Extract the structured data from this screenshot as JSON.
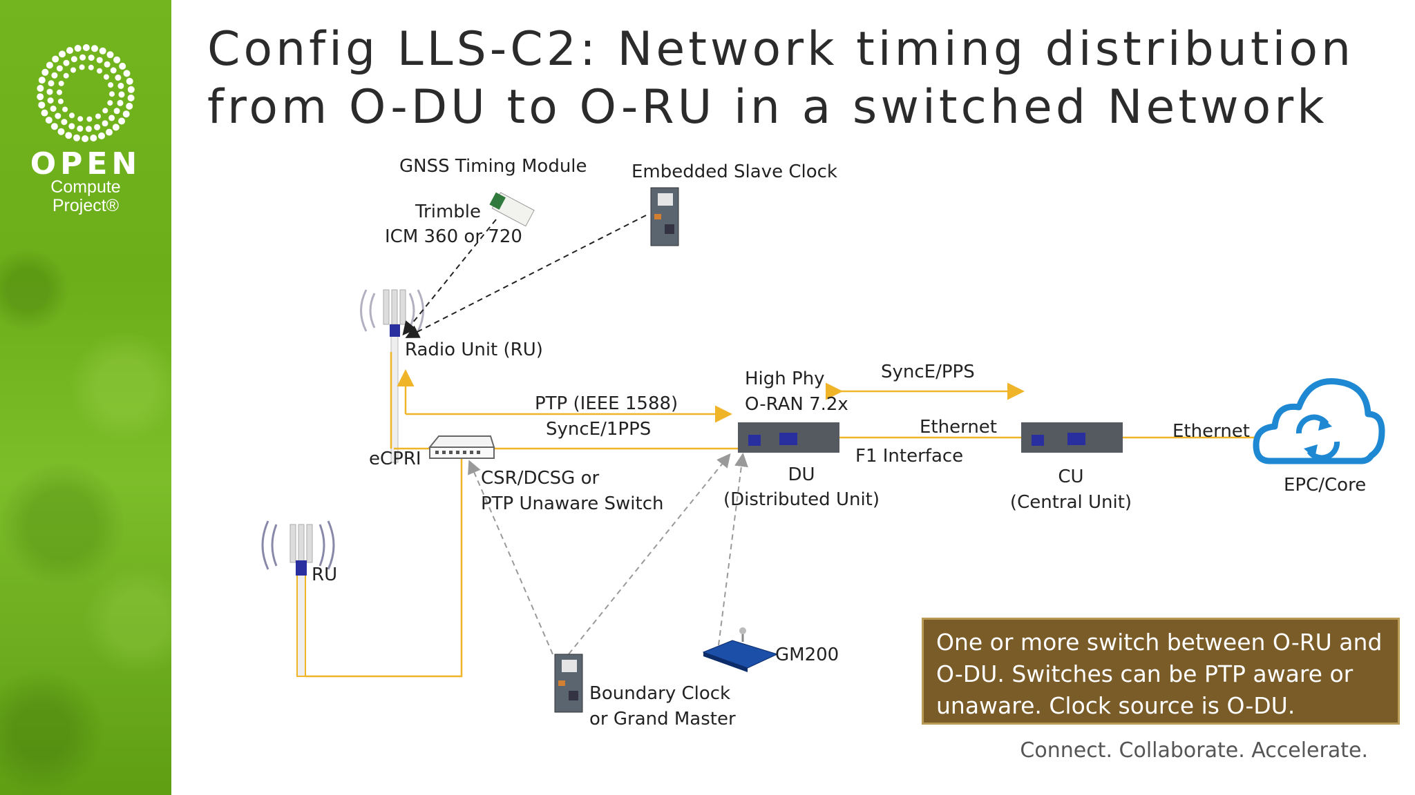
{
  "title_lines": [
    "Config LLS-C2: Network timing distribution",
    "from O-DU to O-RU in a switched Network"
  ],
  "logo": {
    "word": "OPEN",
    "line1": "Compute",
    "line2": "Project®"
  },
  "labels": {
    "gnss": "GNSS Timing Module",
    "trimble1": "Trimble",
    "trimble2": "ICM 360 or 720",
    "esc": "Embedded Slave Clock",
    "radio_unit": "Radio Unit (RU)",
    "ptp1": "PTP (IEEE 1588)",
    "ptp2": "SyncE/1PPS",
    "highphy1": "High Phy",
    "highphy2": "O-RAN 7.2x",
    "synce_pps": "SyncE/PPS",
    "ethernet1": "Ethernet",
    "f1": "F1 Interface",
    "ethernet2": "Ethernet",
    "ecpri": "eCPRI",
    "csr1": "CSR/DCSG or",
    "csr2": "PTP Unaware Switch",
    "du1": "DU",
    "du2": "(Distributed Unit)",
    "cu1": "CU",
    "cu2": "(Central Unit)",
    "epc": "EPC/Core",
    "ru": "RU",
    "gm200": "GM200",
    "bc1": "Boundary Clock",
    "bc2": "or Grand Master"
  },
  "callout": "One or more switch between O-RU and O-DU. Switches can be PTP aware or unaware. Clock source is O-DU.",
  "tagline": "Connect. Collaborate. Accelerate.",
  "colors": {
    "sidebar": "#6cae1a",
    "link": "#f0b428",
    "callout_bg": "#7a5c29",
    "cloud": "#1e88d2",
    "unit_box": "#555a60",
    "port": "#2a2fa0"
  }
}
